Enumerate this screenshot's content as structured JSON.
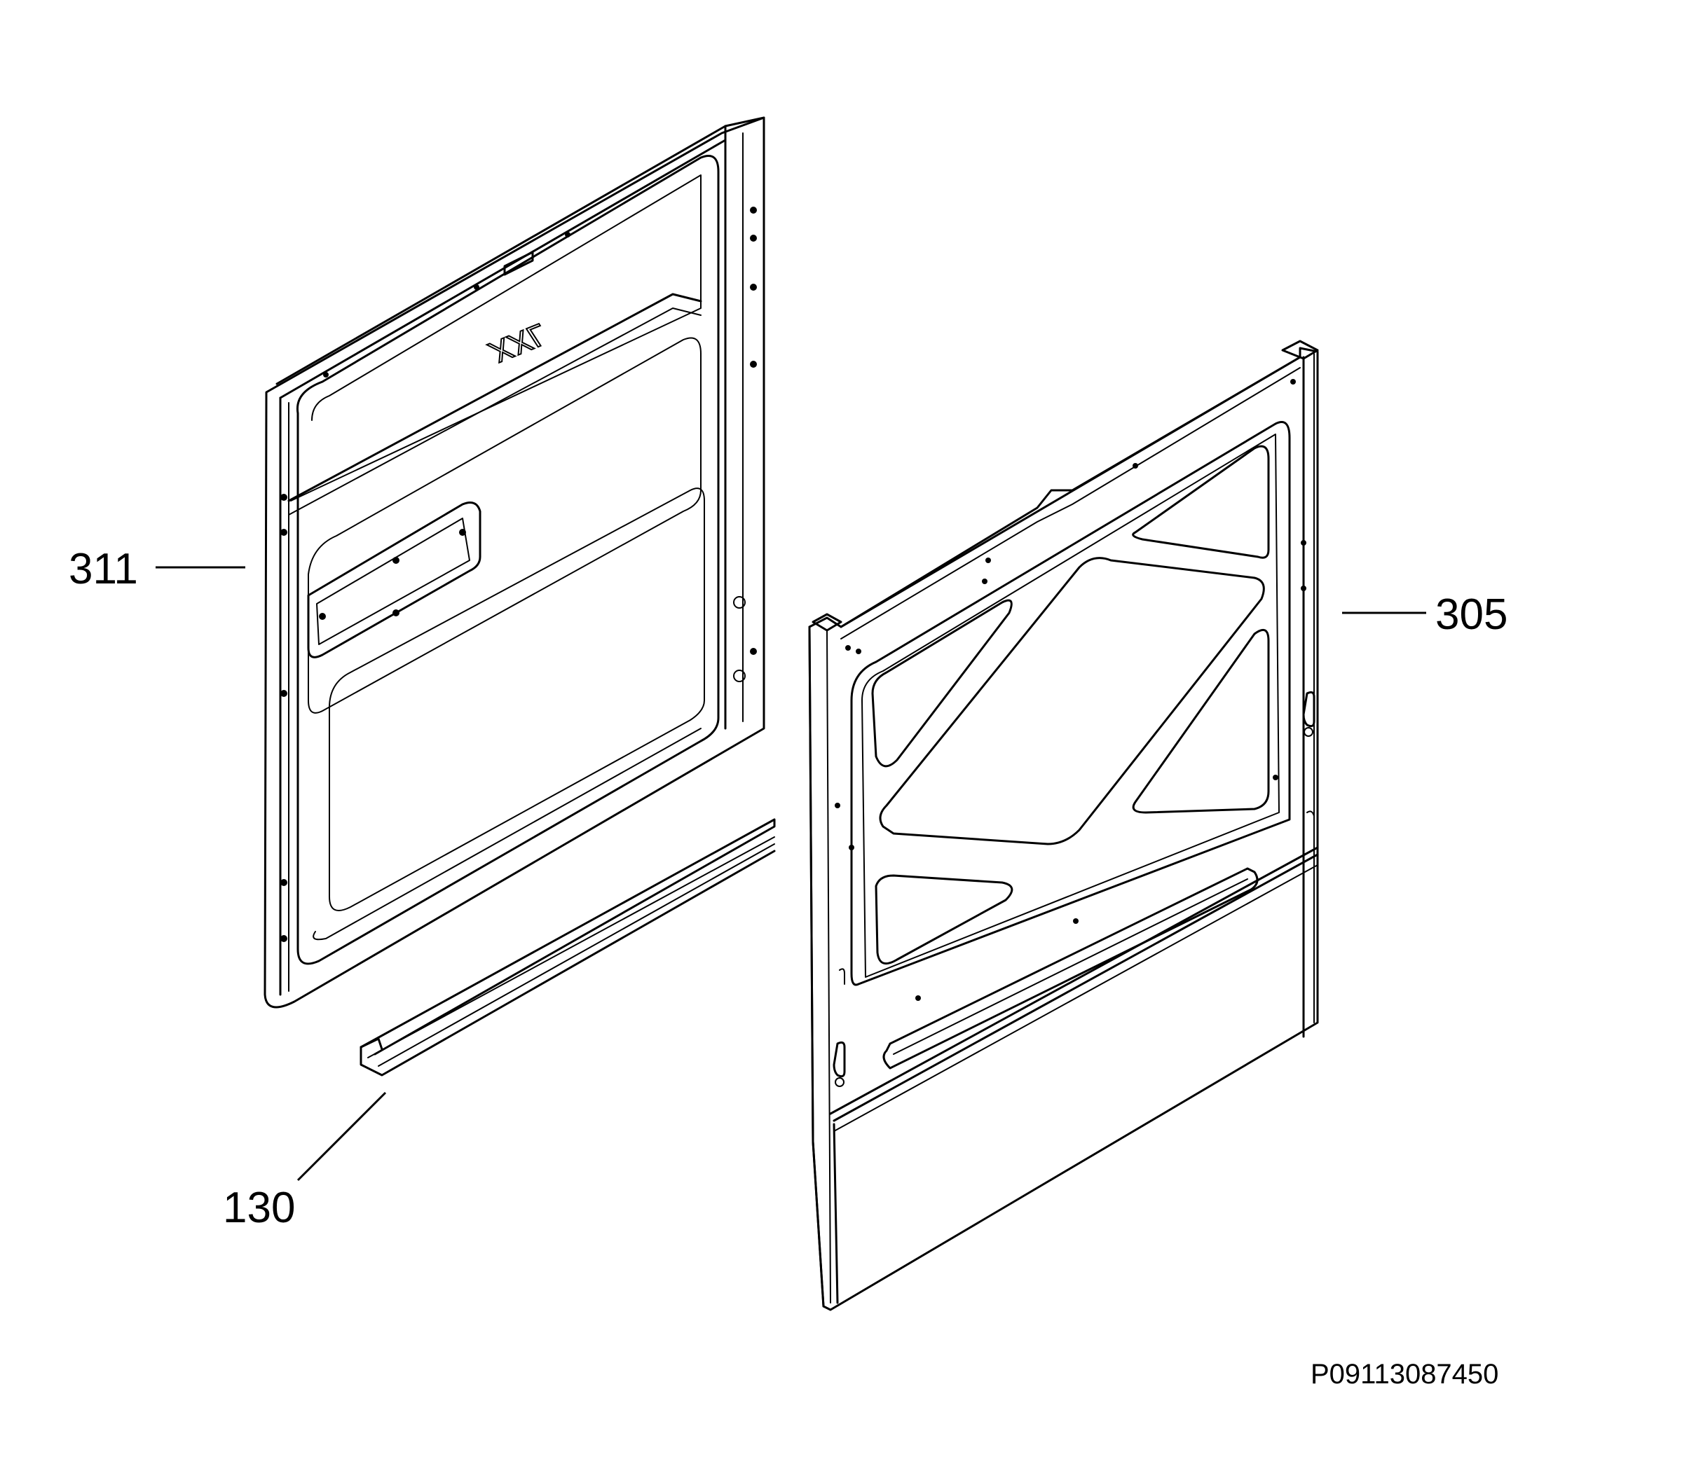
{
  "labels": {
    "part_311": "311",
    "part_305": "305",
    "part_130": "130",
    "drawing_code": "P09113087450"
  },
  "emboss_logo": "XXL"
}
